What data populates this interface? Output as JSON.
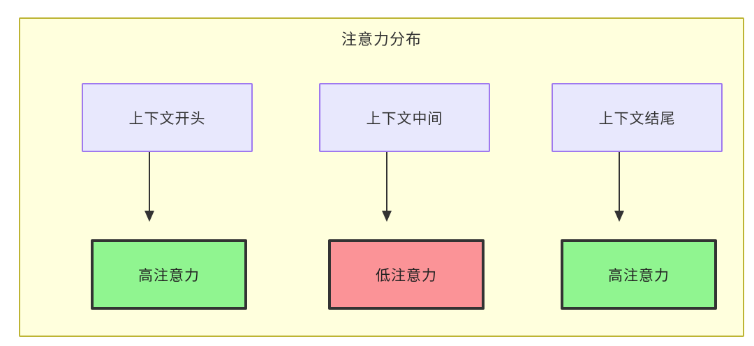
{
  "diagram": {
    "title": "注意力分布",
    "background_color": "#ffffdd",
    "container_border_color": "#bdb434",
    "colors": {
      "context_fill": "#e8e8fd",
      "context_border": "#9f79ef",
      "high_attention_fill": "#90f590",
      "low_attention_fill": "#fb9397",
      "node_border": "#333333",
      "edge": "#333333"
    },
    "context_nodes": [
      {
        "id": "ctx-0",
        "label": "上下文开头"
      },
      {
        "id": "ctx-1",
        "label": "上下文中间"
      },
      {
        "id": "ctx-2",
        "label": "上下文结尾"
      }
    ],
    "attention_nodes": [
      {
        "id": "att-0",
        "label": "高注意力",
        "level": "high"
      },
      {
        "id": "att-1",
        "label": "低注意力",
        "level": "low"
      },
      {
        "id": "att-2",
        "label": "高注意力",
        "level": "high"
      }
    ],
    "edges": [
      {
        "from": "上下文开头",
        "to": "高注意力"
      },
      {
        "from": "上下文中间",
        "to": "低注意力"
      },
      {
        "from": "上下文结尾",
        "to": "高注意力"
      }
    ]
  }
}
